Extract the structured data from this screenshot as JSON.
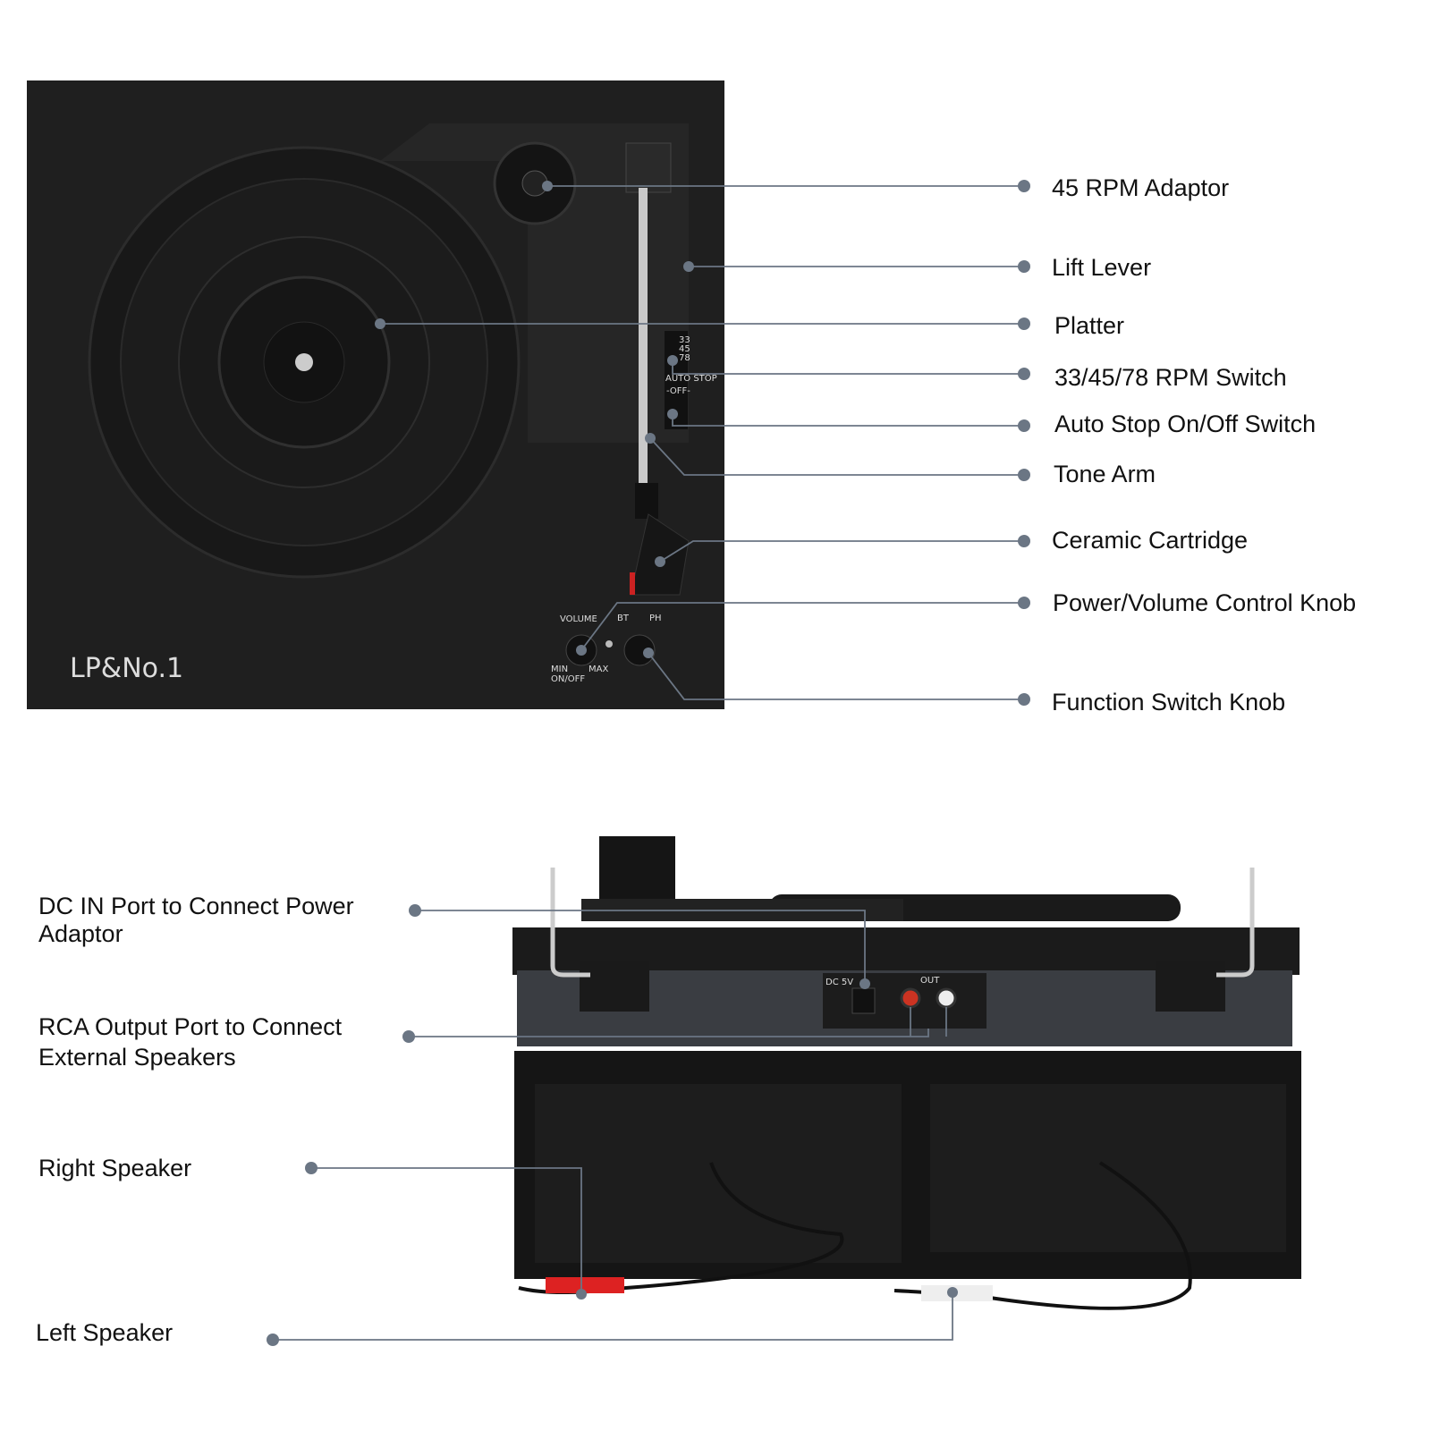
{
  "colors": {
    "callout": "#6b7684",
    "body": "#1e1e1e",
    "panel": "#3a3d42"
  },
  "top_view": {
    "logo": "LP&No.1",
    "panel_text": {
      "volume": "VOLUME",
      "min": "MIN",
      "max": "MAX",
      "onoff": "ON/OFF",
      "bt": "BT",
      "ph": "PH",
      "speed_33": "33",
      "speed_45": "45",
      "speed_78": "78",
      "auto_stop": "AUTO STOP",
      "off": "-OFF-"
    },
    "callouts": [
      {
        "label": "45 RPM Adaptor"
      },
      {
        "label": "Lift Lever"
      },
      {
        "label": "Platter"
      },
      {
        "label": "33/45/78 RPM Switch"
      },
      {
        "label": "Auto Stop On/Off Switch"
      },
      {
        "label": "Tone Arm"
      },
      {
        "label": "Ceramic Cartridge"
      },
      {
        "label": "Power/Volume Control Knob"
      },
      {
        "label": "Function Switch Knob"
      }
    ]
  },
  "back_view": {
    "panel_text": {
      "dc": "DC 5V",
      "out": "OUT"
    },
    "callouts": [
      {
        "label": "DC IN Port to Connect Power Adaptor"
      },
      {
        "label": "RCA Output Port to Connect External Speakers"
      },
      {
        "label": "Right Speaker"
      },
      {
        "label": "Left Speaker"
      }
    ]
  }
}
